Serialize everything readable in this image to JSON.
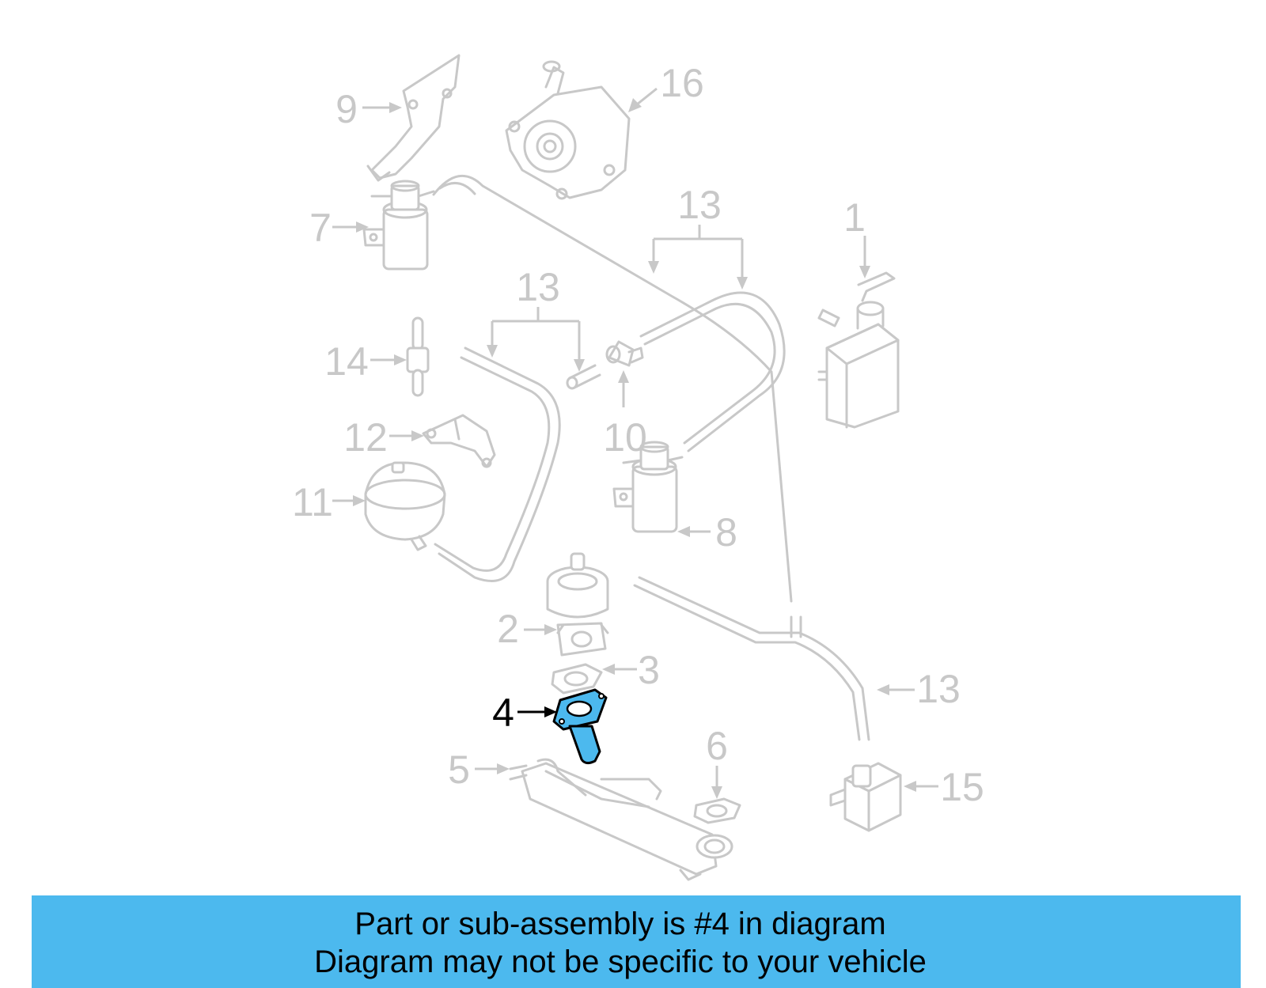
{
  "diagram": {
    "highlight_color": "#4cb9ee",
    "callouts": {
      "c1": "1",
      "c2": "2",
      "c3": "3",
      "c4": "4",
      "c5": "5",
      "c6": "6",
      "c7": "7",
      "c8": "8",
      "c9": "9",
      "c10": "10",
      "c11": "11",
      "c12": "12",
      "c13a": "13",
      "c13b": "13",
      "c13c": "13",
      "c14": "14",
      "c15": "15",
      "c16": "16"
    }
  },
  "banner": {
    "background": "#4cb9ee",
    "line1": "Part or sub-assembly is #4 in diagram",
    "line2": "Diagram may not be specific to your vehicle"
  }
}
